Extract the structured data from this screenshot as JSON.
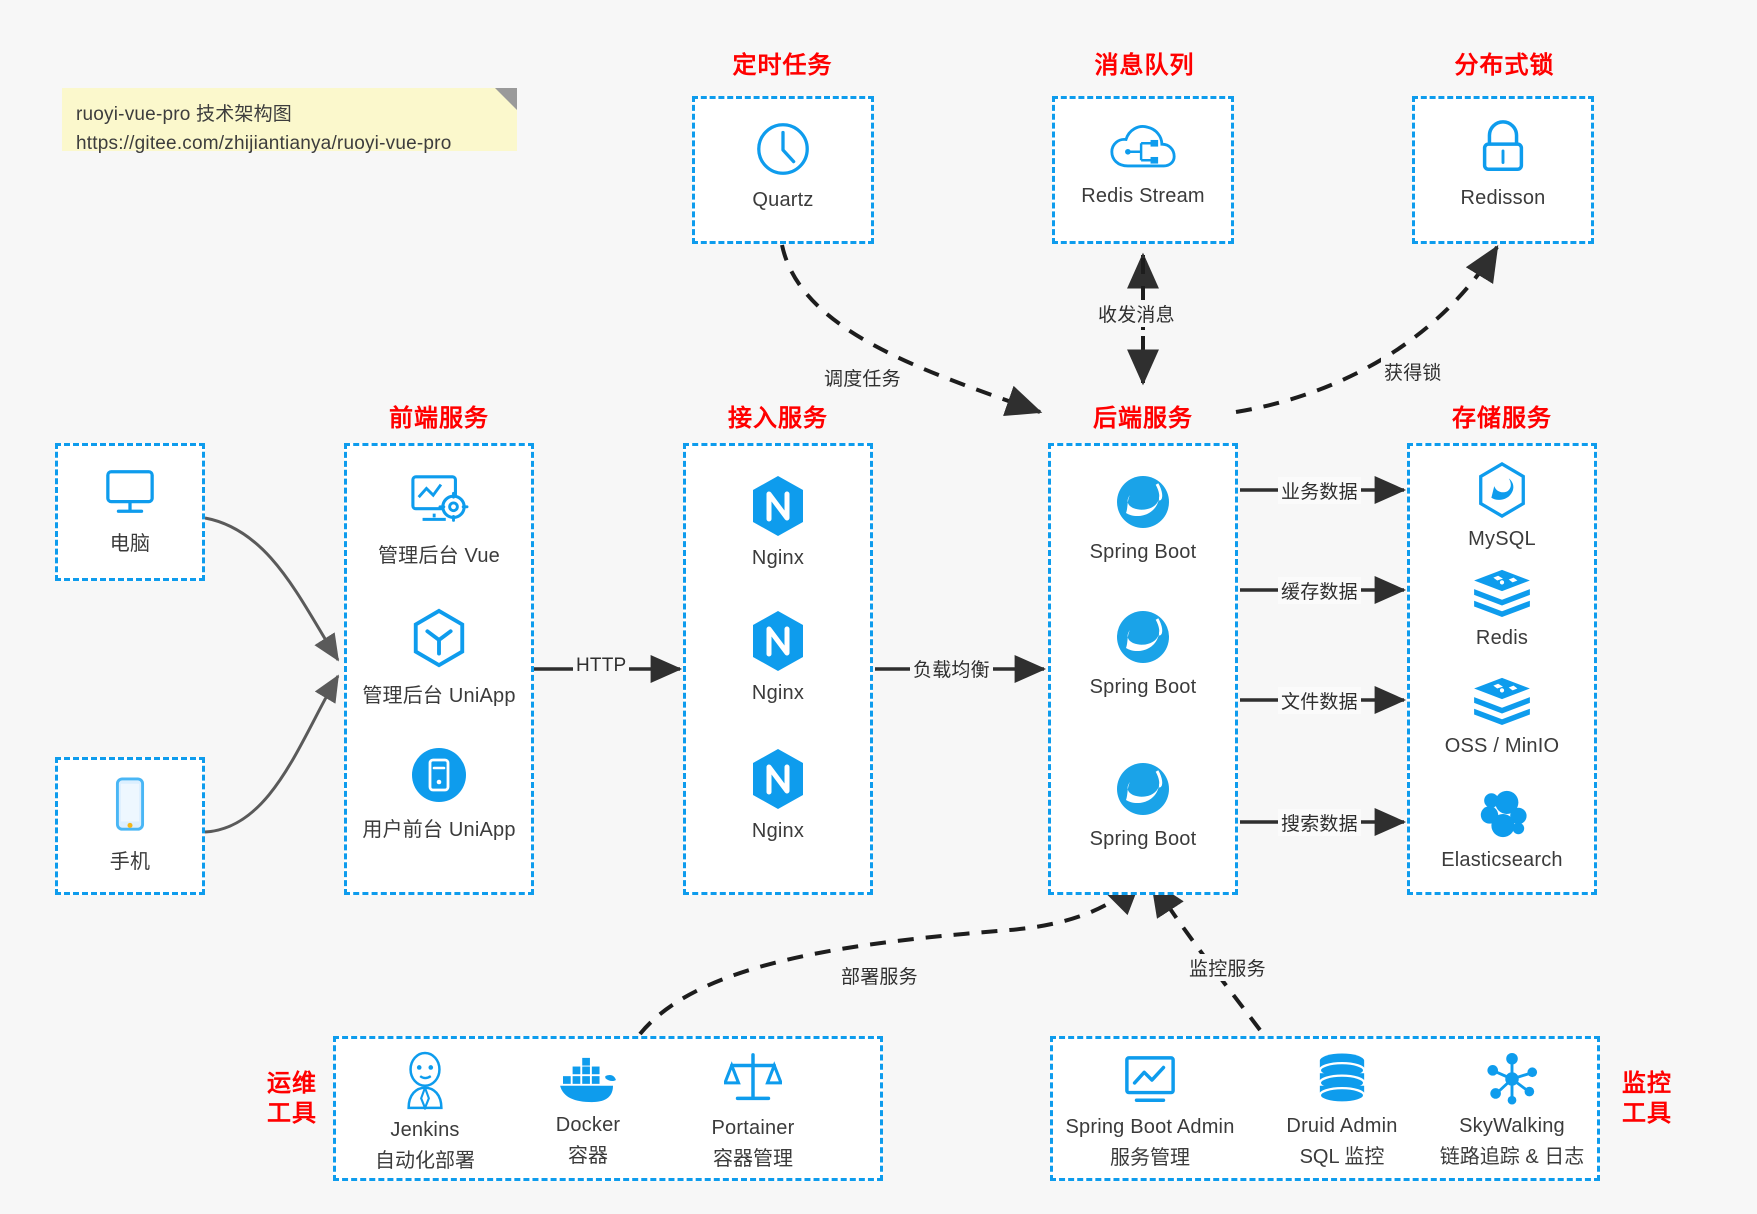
{
  "note": {
    "line1": "ruoyi-vue-pro 技术架构图",
    "line2": "https://gitee.com/zhijiantianya/ruoyi-vue-pro"
  },
  "colors": {
    "accent": "#0e9ced",
    "title_red": "#ff0000",
    "edge": "#2f2f2f",
    "client_edge": "#555555",
    "note_bg": "#fbf8cc",
    "canvas": "#f7f7f7"
  },
  "groups": {
    "scheduled_task": "定时任务",
    "message_queue": "消息队列",
    "distributed_lock": "分布式锁",
    "frontend": "前端服务",
    "access": "接入服务",
    "backend": "后端服务",
    "storage": "存储服务",
    "ops_tools_l1": "运维",
    "ops_tools_l2": "工具",
    "monitor_tools_l1": "监控",
    "monitor_tools_l2": "工具"
  },
  "clients": [
    {
      "id": "pc",
      "label": "电脑",
      "icon": "desktop-monitor-icon"
    },
    {
      "id": "phone",
      "label": "手机",
      "icon": "smartphone-icon"
    }
  ],
  "scheduled": [
    {
      "label": "Quartz",
      "icon": "clock-icon"
    }
  ],
  "mq": [
    {
      "label": "Redis Stream",
      "icon": "cloud-stream-icon"
    }
  ],
  "lock": [
    {
      "label": "Redisson",
      "icon": "padlock-icon"
    }
  ],
  "frontend": [
    {
      "label": "管理后台 Vue",
      "icon": "dashboard-gear-icon"
    },
    {
      "label": "管理后台 UniApp",
      "icon": "hexagon-cube-icon"
    },
    {
      "label": "用户前台 UniApp",
      "icon": "mobile-circle-icon"
    }
  ],
  "access": [
    {
      "label": "Nginx",
      "icon": "nginx-icon"
    },
    {
      "label": "Nginx",
      "icon": "nginx-icon"
    },
    {
      "label": "Nginx",
      "icon": "nginx-icon"
    }
  ],
  "backend": [
    {
      "label": "Spring Boot",
      "icon": "spring-leaf-icon"
    },
    {
      "label": "Spring Boot",
      "icon": "spring-leaf-icon"
    },
    {
      "label": "Spring Boot",
      "icon": "spring-leaf-icon"
    }
  ],
  "storage": [
    {
      "label": "MySQL",
      "icon": "mysql-dolphin-icon"
    },
    {
      "label": "Redis",
      "icon": "redis-stack-icon"
    },
    {
      "label": "OSS / MinIO",
      "icon": "redis-stack-icon"
    },
    {
      "label": "Elasticsearch",
      "icon": "elasticsearch-icon"
    }
  ],
  "ops_tools": [
    {
      "name": "Jenkins",
      "desc": "自动化部署",
      "icon": "jenkins-butler-icon"
    },
    {
      "name": "Docker",
      "desc": "容器",
      "icon": "docker-whale-icon"
    },
    {
      "name": "Portainer",
      "desc": "容器管理",
      "icon": "portainer-scales-icon"
    }
  ],
  "monitor_tools": [
    {
      "name": "Spring Boot Admin",
      "desc": "服务管理",
      "icon": "monitor-chart-icon"
    },
    {
      "name": "Druid Admin",
      "desc": "SQL 监控",
      "icon": "database-cylinder-icon"
    },
    {
      "name": "SkyWalking",
      "desc": "链路追踪 & 日志",
      "icon": "skywalking-nodes-icon"
    }
  ],
  "edge_labels": {
    "http": "HTTP",
    "load_balance": "负载均衡",
    "schedule_task": "调度任务",
    "send_receive_msg": "收发消息",
    "acquire_lock": "获得锁",
    "business_data": "业务数据",
    "cache_data": "缓存数据",
    "file_data": "文件数据",
    "search_data": "搜索数据",
    "deploy_service": "部署服务",
    "monitor_service": "监控服务"
  }
}
